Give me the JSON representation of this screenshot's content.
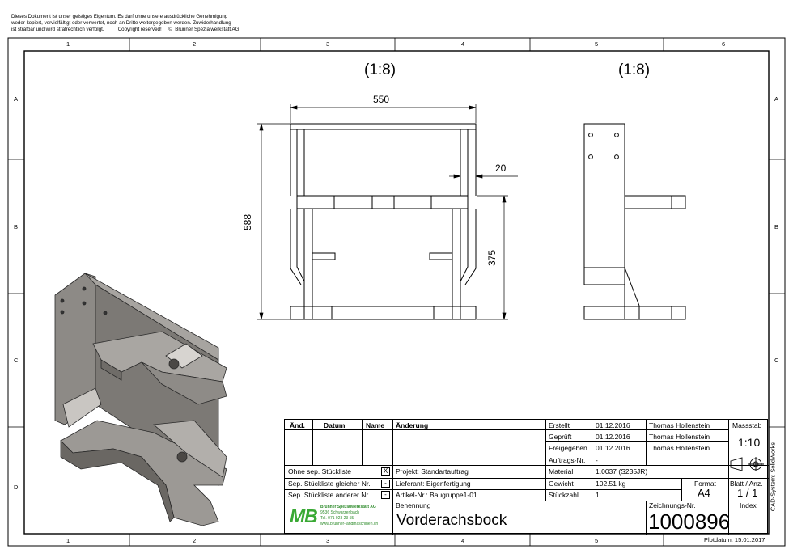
{
  "notice": {
    "line1": "Dieses Dokument ist unser geistiges Eigentum. Es darf ohne unsere ausdrückliche Genehmigung",
    "line2": "weder kopiert, vervielfältigt oder verwertet, noch an Dritte weitergegeben werden. Zuwiderhandlung",
    "line3": "ist strafbar und wird strafrechtlich verfolgt.          Copyright reserved!     ©  Brunner Spezialwerkstatt AG"
  },
  "frame": {
    "columns": [
      "1",
      "2",
      "3",
      "4",
      "5",
      "6"
    ],
    "rows": [
      "A",
      "B",
      "C",
      "D"
    ]
  },
  "views": {
    "front_scale": "(1:8)",
    "side_scale": "(1:8)",
    "dim_width": "550",
    "dim_height": "588",
    "dim_thickness": "20",
    "dim_lower": "375"
  },
  "title_block": {
    "revision_headers": {
      "aend": "Änd.",
      "datum": "Datum",
      "name": "Name",
      "aenderung": "Änderung"
    },
    "approvals": [
      {
        "label": "Erstellt",
        "date": "01.12.2016",
        "name": "Thomas Hollenstein"
      },
      {
        "label": "Geprüft",
        "date": "01.12.2016",
        "name": "Thomas Hollenstein"
      },
      {
        "label": "Freigegeben",
        "date": "01.12.2016",
        "name": "Thomas Hollenstein"
      }
    ],
    "auftrags_label": "Auftrags-Nr.",
    "auftrags_value": "-",
    "massstab_label": "Massstab",
    "massstab_value": "1:10",
    "parts_lists": [
      {
        "label": "Ohne sep. Stückliste",
        "mark": "X"
      },
      {
        "label": "Sep. Stückliste gleicher Nr.",
        "mark": "-"
      },
      {
        "label": "Sep. Stückliste anderer Nr.",
        "mark": "-"
      }
    ],
    "projekt_label": "Projekt:",
    "projekt_value": "Standartauftrag",
    "lieferant_label": "Lieferant:",
    "lieferant_value": "Eigenfertigung",
    "artikel_label": "Artikel-Nr.:",
    "artikel_value": "Baugruppe1-01",
    "material_label": "Material",
    "material_value": "1.0037 (S235JR)",
    "gewicht_label": "Gewicht",
    "gewicht_value": "102.51 kg",
    "stueckzahl_label": "Stückzahl",
    "stueckzahl_value": "1",
    "format_label": "Format",
    "format_value": "A4",
    "blatt_label": "Blatt / Anz.",
    "blatt_value": "1 / 1",
    "benennung_label": "Benennung",
    "benennung_value": "Vorderachsbock",
    "zeichnungsnr_label": "Zeichnungs-Nr.",
    "zeichnungsnr_value": "1000896",
    "index_label": "Index",
    "cad_system": "CAD-System: SolidWorks",
    "plotdatum": "Plotdatum: 15.01.2017",
    "company": {
      "logo_text": "MB",
      "name": "Brunner Spezialwerkstatt AG",
      "address": "9536 Schwarzenbach",
      "phone": "Tel. 071 923 23 55",
      "web": "www.brunner-landmaschinen.ch",
      "logo_color": "#3aa935"
    }
  }
}
